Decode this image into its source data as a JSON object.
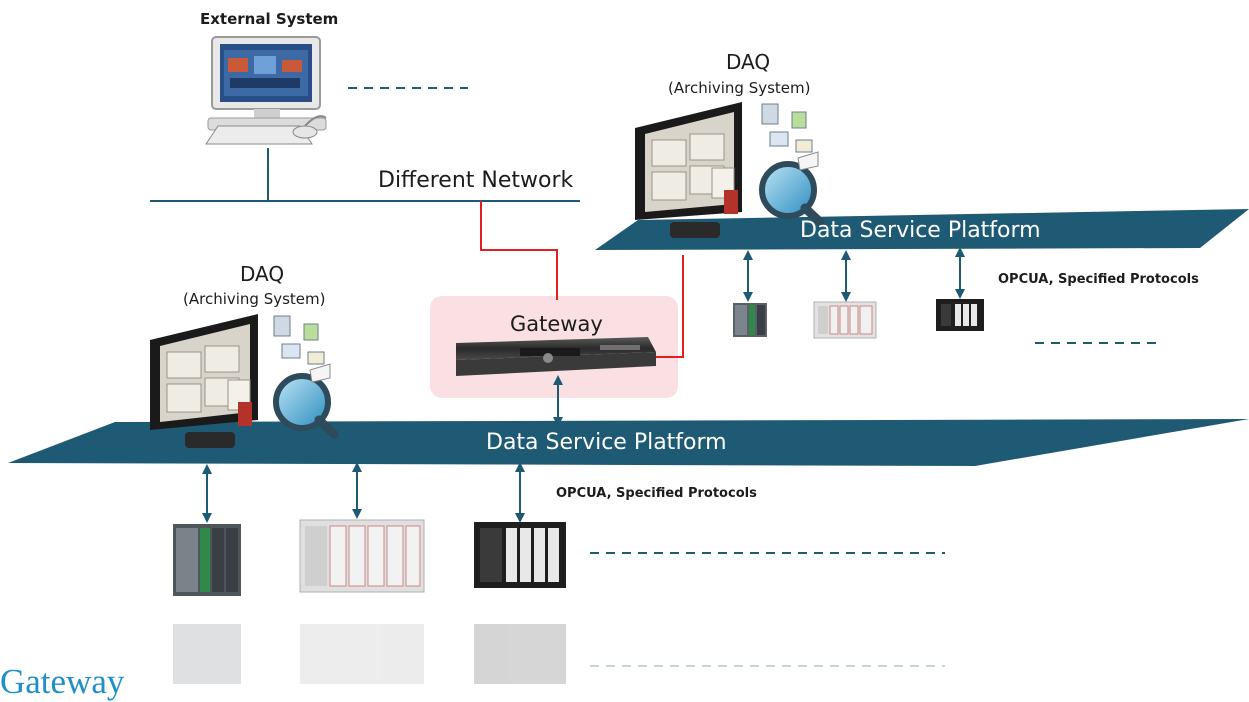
{
  "external_system": {
    "label": "External System"
  },
  "network": {
    "label": "Different Network"
  },
  "gateway": {
    "label": "Gateway"
  },
  "daq_top": {
    "title": "DAQ",
    "subtitle": "(Archiving System)"
  },
  "daq_bottom": {
    "title": "DAQ",
    "subtitle": "(Archiving System)"
  },
  "platform_top": {
    "label": "Data Service Platform",
    "protocols": "OPCUA, Specified Protocols"
  },
  "platform_bottom": {
    "label": "Data Service Platform",
    "protocols": "OPCUA, Specified Protocols"
  },
  "footer": {
    "title": "Gateway"
  },
  "colors": {
    "platform": "#1f5a75",
    "link": "#e02020",
    "gateway_bg": "#fbe0e3",
    "footer_title": "#1f8fc7",
    "dash": "#1f5a75"
  }
}
